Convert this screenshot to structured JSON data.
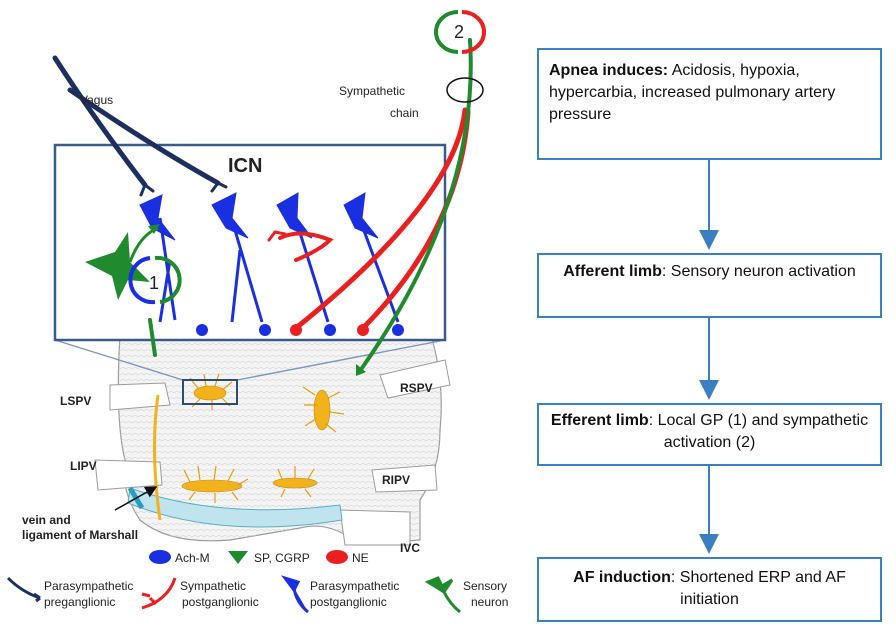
{
  "diagram": {
    "icn_title": "ICN",
    "vagus_label": "Vagus",
    "sympathetic_chain_label": [
      "Sympathetic",
      "chain"
    ],
    "loop_labels": [
      "1",
      "2"
    ],
    "vein_labels": [
      "LSPV",
      "RSPV",
      "LIPV",
      "RIPV",
      "IVC"
    ],
    "marshall_label": [
      "vein and",
      "ligament of Marshall"
    ],
    "legend_row1": [
      {
        "label": "Ach-M",
        "color": "#1a2fe0"
      },
      {
        "label": "SP, CGRP",
        "color": "#1f8a2e"
      },
      {
        "label": "NE",
        "color": "#e82020"
      }
    ],
    "legend_row2": [
      {
        "label": [
          "Parasympathetic",
          "preganglionic"
        ],
        "color": "#1c2f5e"
      },
      {
        "label": [
          "Sympathetic",
          "postganglionic"
        ],
        "color": "#e82020"
      },
      {
        "label": [
          "Parasympathetic",
          "postganglionic"
        ],
        "color": "#1a2fe0"
      },
      {
        "label": [
          "Sensory",
          "neuron"
        ],
        "color": "#1f8a2e"
      }
    ]
  },
  "flowchart": [
    {
      "bold": "Apnea induces:",
      "text": " Acidosis, hypoxia, hypercarbia, increased pulmonary artery pressure"
    },
    {
      "bold": "Afferent limb",
      "text": ": Sensory neuron activation"
    },
    {
      "bold": "Efferent limb",
      "text": ": Local GP (1) and sympathetic activation (2)"
    },
    {
      "bold": "AF induction",
      "text": ": Shortened ERP and AF initiation"
    }
  ],
  "colors": {
    "accent": "#3a7fc1",
    "parasympathetic": "#1a2fe0",
    "preganglionic": "#1c2f5e",
    "sympathetic": "#e82020",
    "sensory": "#1f8a2e",
    "ganglia": "#f2b21b"
  }
}
